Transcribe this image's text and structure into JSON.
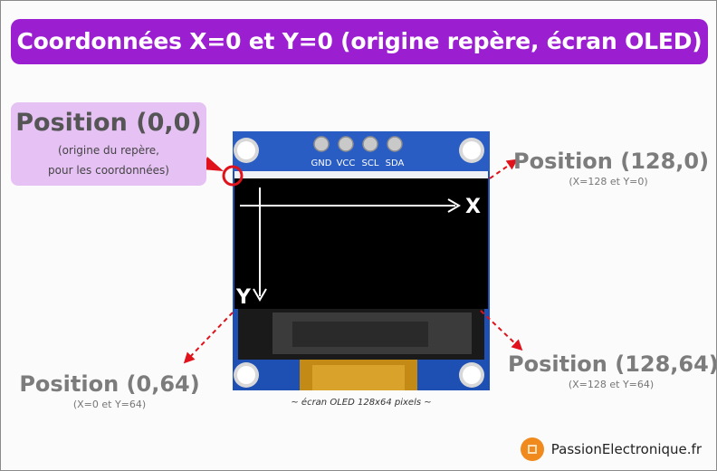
{
  "title": "Coordonnées X=0 et Y=0 (origine repère, écran OLED)",
  "origin": {
    "heading": "Position (0,0)",
    "sub_line1": "(origine du repère,",
    "sub_line2": "pour les coordonnées)"
  },
  "positions": {
    "top_right": {
      "heading": "Position (128,0)",
      "sub": "(X=128 et Y=0)"
    },
    "bottom_left": {
      "heading": "Position (0,64)",
      "sub": "(X=0 et Y=64)"
    },
    "bottom_right": {
      "heading": "Position (128,64)",
      "sub": "(X=128 et Y=64)"
    }
  },
  "pins": [
    "GND",
    "VCC",
    "SCL",
    "SDA"
  ],
  "axes": {
    "x_label": "X",
    "y_label": "Y"
  },
  "caption": "~ écran OLED 128x64 pixels ~",
  "brand": {
    "name": "PassionElectronique.fr",
    "logo_icon": "chip-icon"
  },
  "colors": {
    "title_bg": "#9b1fd0",
    "origin_box_bg": "#e6c1f4",
    "arrow_red": "#e0121b",
    "pcb_blue": "#1e4fb3",
    "screen_black": "#000000",
    "brand_orange": "#f08a1c"
  }
}
